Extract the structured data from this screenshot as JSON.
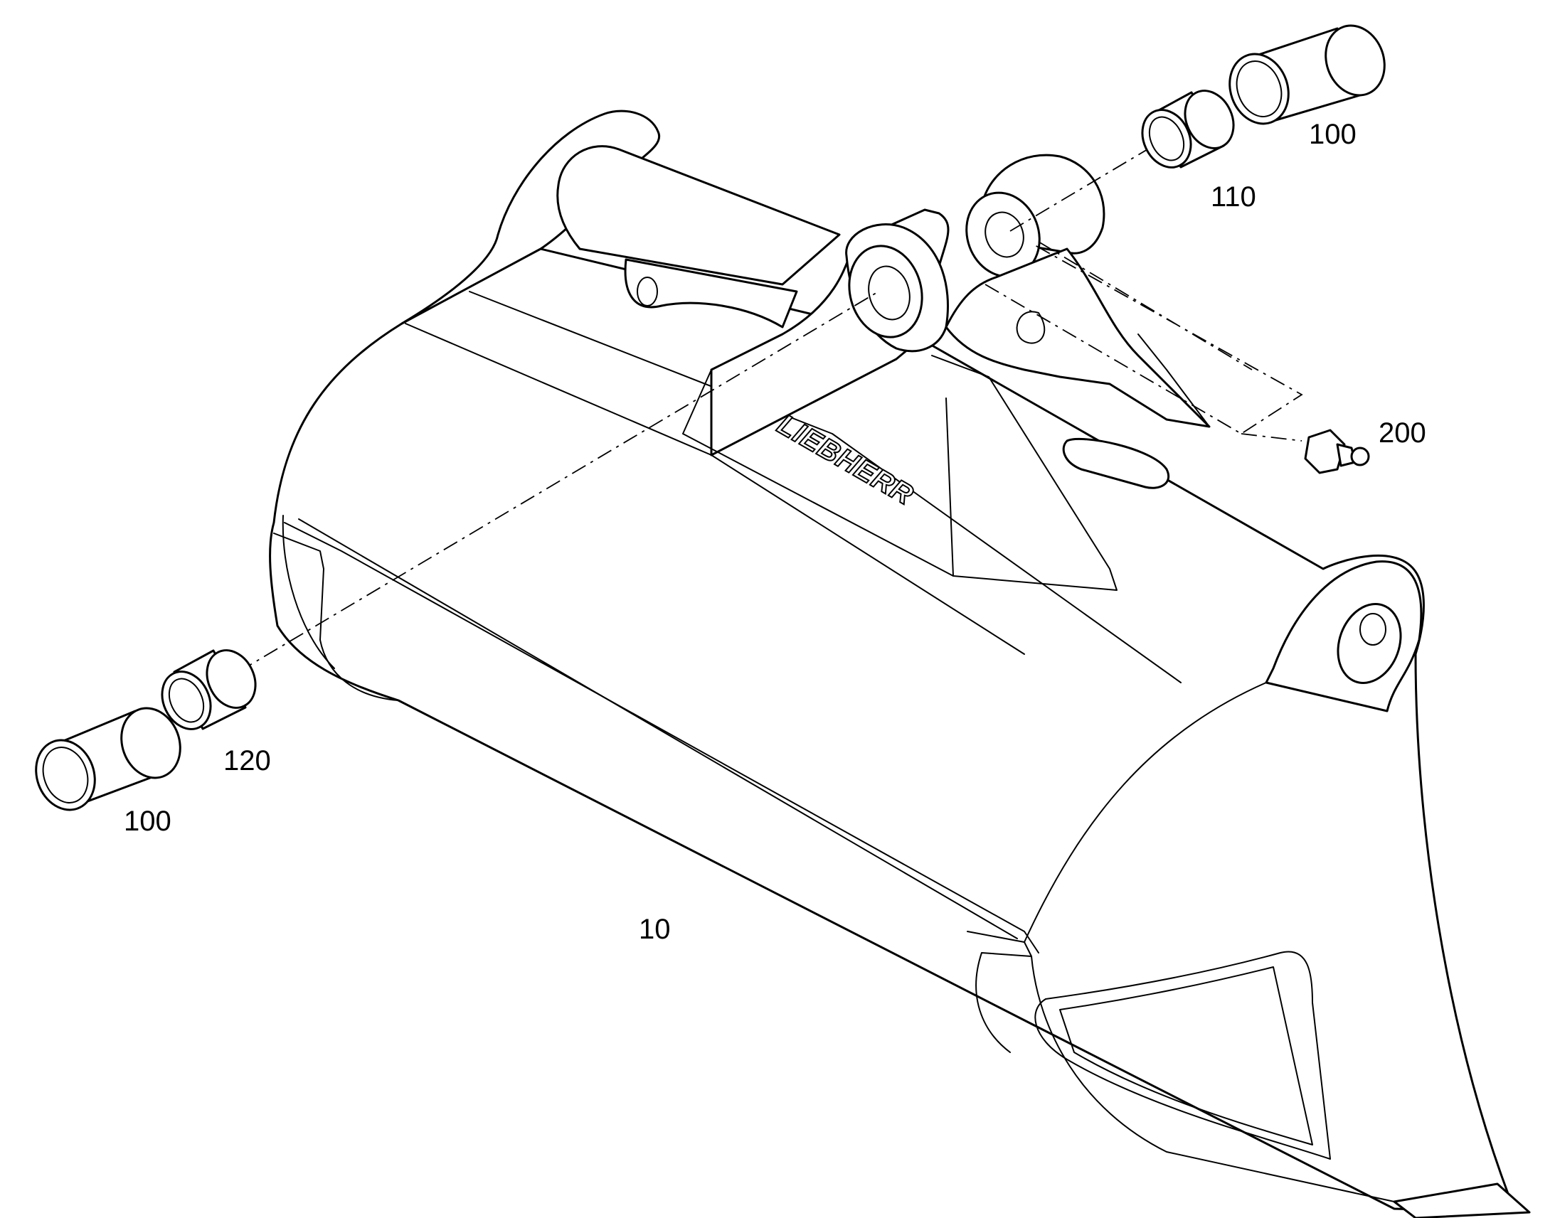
{
  "drawing": {
    "brand_mark": "LIEBHERR",
    "callouts": {
      "bucket": "10",
      "bushing_left": "100",
      "bushing_right": "100",
      "ring_upper": "110",
      "ring_lower": "120",
      "grease_nipple": "200"
    }
  },
  "colors": {
    "line": "#000000",
    "background": "#ffffff"
  }
}
